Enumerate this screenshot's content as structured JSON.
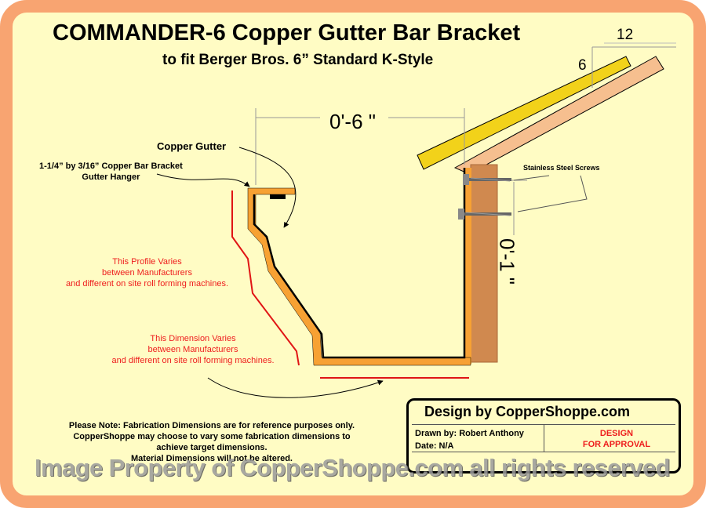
{
  "title": "COMMANDER-6 Copper Gutter Bar Bracket",
  "subtitle": "to fit Berger Bros. 6” Standard K-Style",
  "dimensions": {
    "width": "0'-6 \"",
    "height": "0'-1 \"",
    "roof_run": "12",
    "roof_rise": "6"
  },
  "labels": {
    "copper_gutter": "Copper Gutter",
    "bracket_line1": "1-1/4” by 3/16” Copper Bar Bracket",
    "bracket_line2": "Gutter Hanger",
    "screws": "Stainless Steel Screws"
  },
  "notes": {
    "profile": [
      "This Profile Varies",
      "between Manufacturers",
      "and different on site roll forming machines."
    ],
    "dimension": [
      "This Dimension Varies",
      "between Manufacturers",
      "and different on site roll forming machines."
    ],
    "fabrication": [
      "Please Note: Fabrication Dimensions are for reference purposes only.",
      "CopperShoppe may choose to vary some fabrication dimensions to",
      "achieve target dimensions.",
      "Material Dimensions will not be altered."
    ]
  },
  "title_block": {
    "heading": "Design by CopperShoppe.com",
    "drawn_by": "Drawn by: Robert Anthony",
    "date": "Date: N/A",
    "status_line1": "DESIGN",
    "status_line2": "FOR  APPROVAL"
  },
  "watermark": "Image Property of CopperShoppe.com all rights reserved",
  "colors": {
    "background": "#fffcc4",
    "frame": "#f8a471",
    "roof_shingle": "#f2d21a",
    "roof_deck": "#f6bf8f",
    "fascia": "#d0894f",
    "bracket": "#f7a133",
    "note_red": "#ee1d1d"
  }
}
